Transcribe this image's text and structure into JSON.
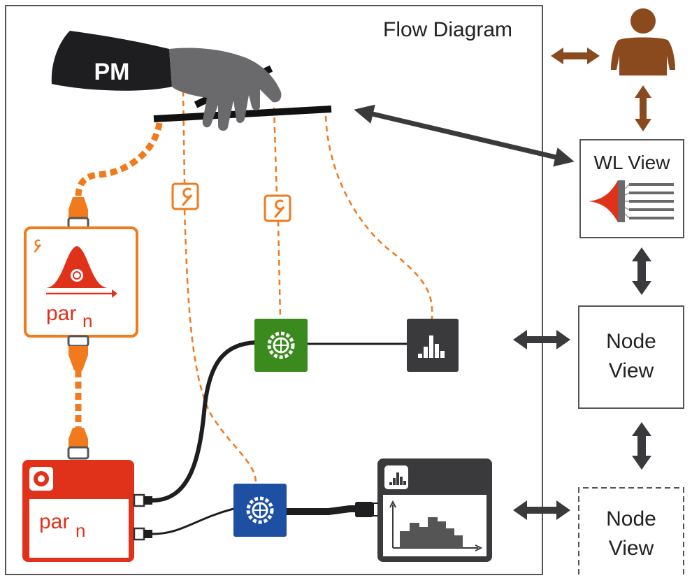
{
  "diagram": {
    "frame_title": "Flow Diagram",
    "pm_label": "PM",
    "param_top_label": "par",
    "param_top_sub": "n",
    "param_bottom_label": "par",
    "param_bottom_sub": "n",
    "wl_view_label": "WL View",
    "node_view_1_line1": "Node",
    "node_view_1_line2": "View",
    "node_view_2_line1": "Node",
    "node_view_2_line2": "View"
  },
  "colors": {
    "orange": "#f07a1c",
    "red": "#e0321a",
    "green": "#3a8a1e",
    "blue": "#1d4fa3",
    "dark": "#3a3a3c",
    "brown": "#8b4a1e",
    "hand": "#6a6a6c",
    "sleeve": "#1e1e20"
  },
  "icons": [
    "wrench-icon",
    "gear-icon",
    "bell-curve-icon",
    "histogram-icon",
    "person-icon",
    "funnel-icon"
  ]
}
